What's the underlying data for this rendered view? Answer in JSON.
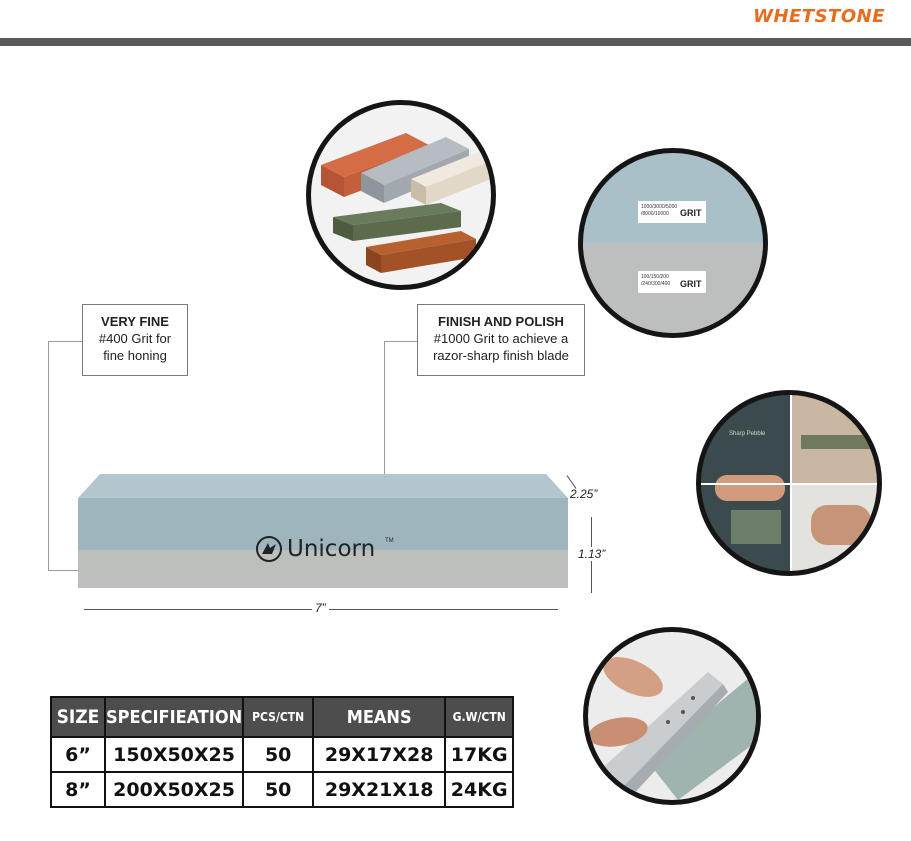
{
  "header": {
    "title": "WHETSTONE",
    "accent": "#e96b1e",
    "bar_color": "#5a5a5a"
  },
  "callouts": {
    "left": {
      "title": "VERY FINE",
      "line1": "#400 Grit for",
      "line2": "fine honing"
    },
    "right": {
      "title": "FINISH AND POLISH",
      "line1": "#1000 Grit to achieve a",
      "line2": "razor-sharp finish blade"
    }
  },
  "stone": {
    "brand": "Unicorn",
    "trademark": "TM",
    "dims": {
      "length": "7”",
      "height_total": "2.25”",
      "height_layer": "1.13”"
    },
    "top_color": "#9ab0b9",
    "bottom_color": "#b8bbb8"
  },
  "grit_circle": {
    "top_label_small_1": "1000/3000/5000",
    "top_label_small_2": "/8000/10000",
    "top_label": "GRIT",
    "bottom_label_small_1": "100/150/200",
    "bottom_label_small_2": "/240/300/400",
    "bottom_label": "GRIT"
  },
  "usage_circle": {
    "caption": "Sharp Pebble"
  },
  "spec_table": {
    "headers": [
      "SIZE",
      "SPECIFIEATION",
      "PCS/CTN",
      "MEANS",
      "G.W/CTN"
    ],
    "rows": [
      [
        "6”",
        "150X50X25",
        "50",
        "29X17X28",
        "17KG"
      ],
      [
        "8”",
        "200X50X25",
        "50",
        "29X21X18",
        "24KG"
      ]
    ]
  }
}
